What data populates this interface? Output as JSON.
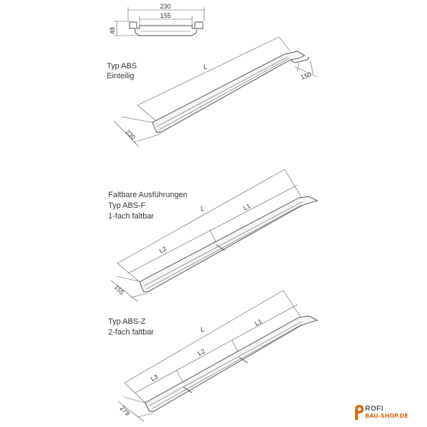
{
  "profile": {
    "width_top": "230",
    "width_inner": "155",
    "height": "48"
  },
  "ramp_abs": {
    "title": "Typ ABS",
    "subtitle": "Einteilig",
    "dim_length": "L",
    "dim_width": "230",
    "dim_end": "150"
  },
  "ramp_absf": {
    "heading": "Faltbare Ausführungen",
    "title": "Typ ABS-F",
    "subtitle": "1-fach faltbar",
    "dim_length": "L",
    "dim_l1": "L1",
    "dim_l2": "L2",
    "dim_width": "155"
  },
  "ramp_absz": {
    "title": "Typ ABS-Z",
    "subtitle": "2-fach faltbar",
    "dim_length": "L",
    "dim_l1": "L1",
    "dim_l2": "L2",
    "dim_l3": "L3",
    "dim_width": "279"
  },
  "logo": {
    "line1": "ROFI",
    "line2": "BAU-SHOP.DE",
    "accent_color": "#d66a1a"
  }
}
